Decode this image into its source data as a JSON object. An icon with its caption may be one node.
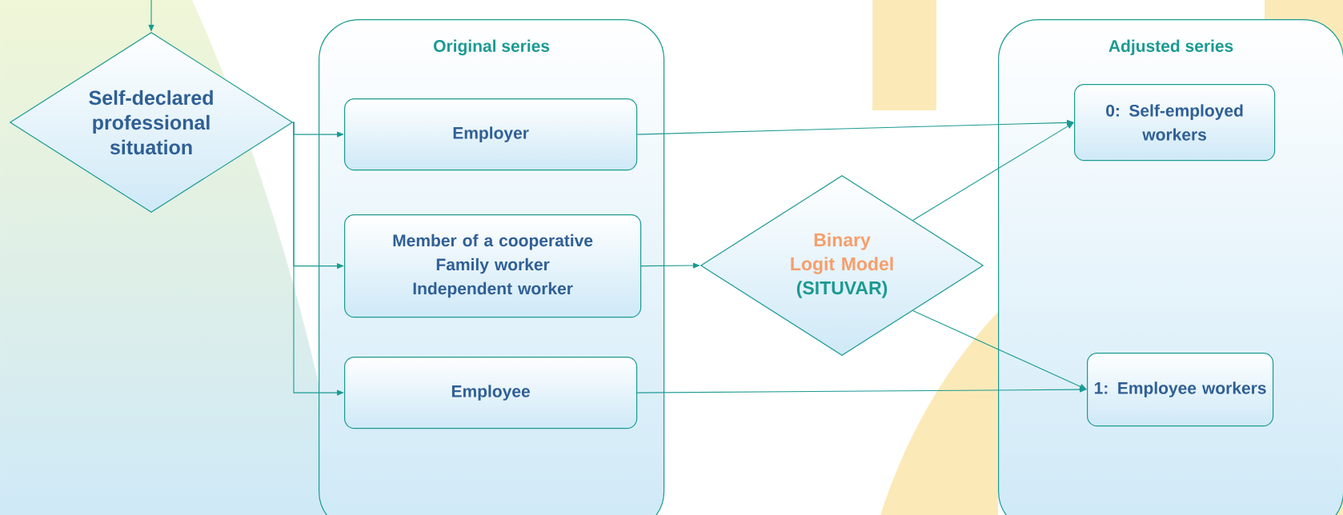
{
  "diagram": {
    "nodes": [
      {
        "text": [
          "Self-declared professional situation"
        ]
      },
      {
        "text": [
          "Original series"
        ]
      },
      {
        "text": [
          "Employer"
        ],
        "in": 1
      },
      {
        "text": [
          "Member of a cooperative Family worker Independent worker"
        ],
        "in": 1
      },
      {
        "text": [
          "Employee"
        ],
        "in": 1
      },
      {
        "text": [
          "Binary Logit Model",
          "(SITUVAR)"
        ]
      },
      {
        "text": [
          "Adjusted series"
        ]
      },
      {
        "text": [
          "0: Self-employed workers"
        ],
        "in": 6
      },
      {
        "text": [
          "1: Employee workers"
        ],
        "in": 6
      }
    ],
    "edges": [
      {
        "from": null,
        "to": 0,
        "arrow": "to"
      },
      {
        "from": 0,
        "to": 2,
        "arrow": "to"
      },
      {
        "from": 0,
        "to": 3,
        "arrow": "to"
      },
      {
        "from": 0,
        "to": 4,
        "arrow": "to"
      },
      {
        "from": 2,
        "to": 7,
        "arrow": "to"
      },
      {
        "from": 3,
        "to": 5,
        "arrow": "to"
      },
      {
        "from": 4,
        "to": 8,
        "arrow": "to"
      },
      {
        "from": 5,
        "to": 7,
        "arrow": "to"
      },
      {
        "from": 5,
        "to": 8,
        "arrow": "to"
      }
    ]
  }
}
